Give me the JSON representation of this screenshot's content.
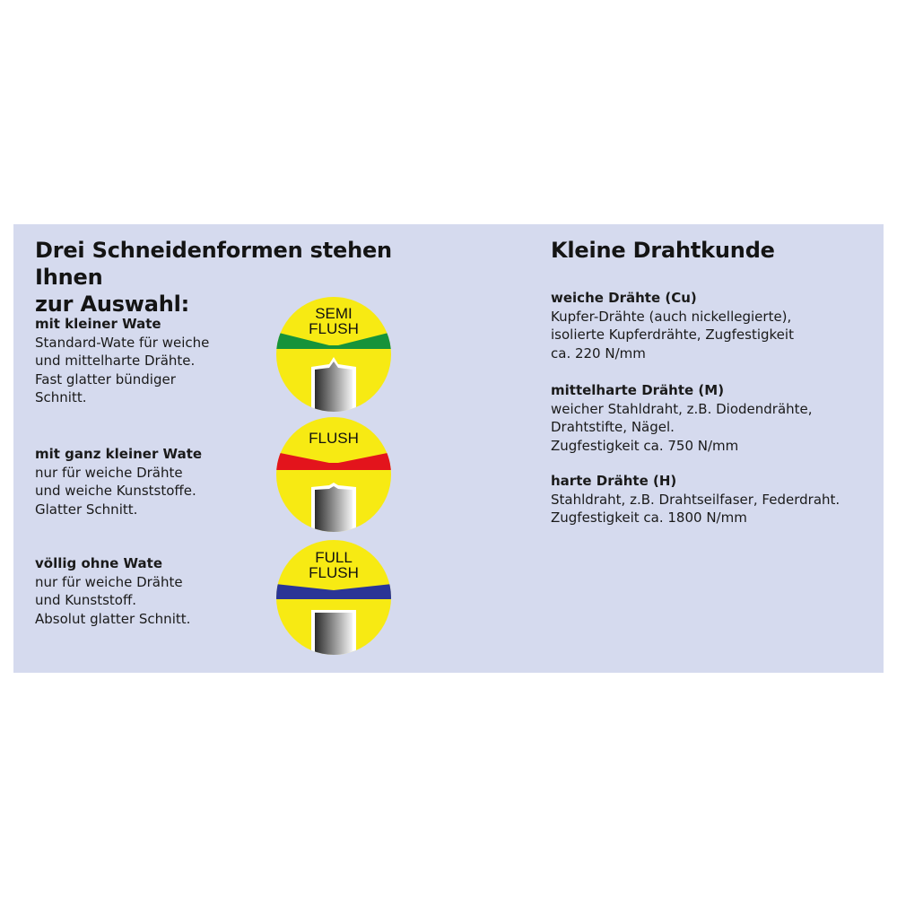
{
  "left": {
    "title_lines": [
      "Drei Schneidenformen stehen Ihnen",
      "zur Auswahl:"
    ],
    "types": [
      {
        "heading": "mit kleiner Wate",
        "lines": [
          "Standard-Wate für weiche",
          "und mittelharte Drähte.",
          "Fast glatter bündiger",
          "Schnitt."
        ],
        "badge": {
          "lines": [
            "SEMI",
            "FLUSH"
          ],
          "band_color": "#16933a"
        }
      },
      {
        "heading": "mit ganz kleiner Wate",
        "lines": [
          "nur für weiche Drähte",
          "und weiche Kunststoffe.",
          "Glatter Schnitt."
        ],
        "badge": {
          "lines": [
            "FLUSH"
          ],
          "band_color": "#e3141c"
        }
      },
      {
        "heading": "völlig ohne Wate",
        "lines": [
          "nur für weiche Drähte",
          "und Kunststoff.",
          "Absolut glatter Schnitt."
        ],
        "badge": {
          "lines": [
            "FULL",
            "FLUSH"
          ],
          "band_color": "#2a3596"
        }
      }
    ]
  },
  "right": {
    "title": "Kleine Drahtkunde",
    "sections": [
      {
        "heading": "weiche Drähte (Cu)",
        "lines": [
          "Kupfer-Drähte (auch nickellegierte),",
          "isolierte Kupferdrähte, Zugfestigkeit",
          "ca. 220 N/mm"
        ]
      },
      {
        "heading": "mittelharte Drähte (M)",
        "lines": [
          "weicher Stahldraht, z.B. Diodendrähte,",
          "Drahtstifte, Nägel.",
          "Zugfestigkeit ca. 750 N/mm"
        ]
      },
      {
        "heading": "harte Drähte (H)",
        "lines": [
          "Stahldraht, z.B. Drahtseilfaser, Federdraht.",
          "Zugfestigkeit ca. 1800 N/mm"
        ]
      }
    ]
  },
  "colors": {
    "panel_bg": "#d5daee",
    "badge_yellow": "#f7ea13",
    "text": "#1a1a1a"
  }
}
